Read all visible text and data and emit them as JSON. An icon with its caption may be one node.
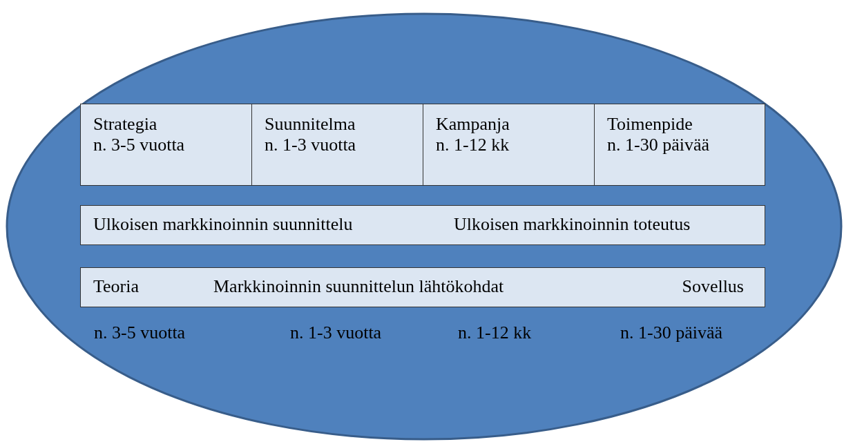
{
  "diagram": {
    "nodes": [
      {
        "text": [],
        "shape": "ellipse"
      },
      {
        "text": [
          "Strategia",
          "n. 3-5 vuotta"
        ],
        "in": 0
      },
      {
        "text": [
          "Suunnitelma",
          "n. 1-3 vuotta"
        ],
        "in": 0
      },
      {
        "text": [
          "Kampanja",
          "n. 1-12 kk"
        ],
        "in": 0
      },
      {
        "text": [
          "Toimenpide",
          "n. 1-30 päivää"
        ],
        "in": 0
      },
      {
        "text": [
          "Ulkoisen markkinoinnin suunnittelu",
          "Ulkoisen markkinoinnin toteutus"
        ],
        "in": 0
      },
      {
        "text": [
          "Teoria",
          "Markkinoinnin suunnittelun lähtökohdat",
          "Sovellus"
        ],
        "in": 0
      }
    ],
    "edges": [],
    "labels": [
      "n. 3-5 vuotta",
      "n. 1-3 vuotta",
      "n. 1-12 kk",
      "n. 1-30 päivää"
    ]
  }
}
